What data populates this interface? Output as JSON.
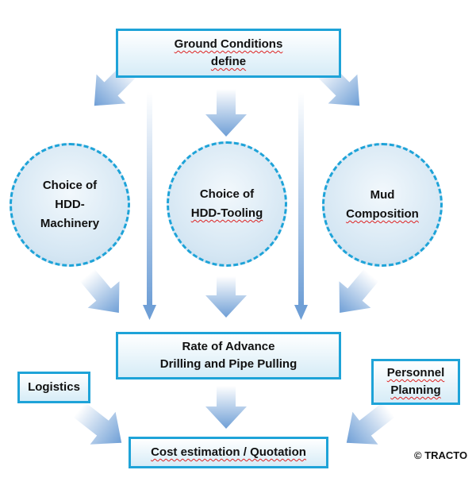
{
  "nodes": {
    "ground": {
      "line1": "Ground Conditions",
      "line2": "define"
    },
    "machinery": {
      "line1": "Choice of",
      "line2": "HDD-",
      "line3": "Machinery"
    },
    "tooling": {
      "line1": "Choice of",
      "line2": "HDD-Tooling"
    },
    "mud": {
      "line1": "Mud",
      "line2": "Composition"
    },
    "rate": {
      "line1": "Rate of Advance",
      "line2": "Drilling and Pipe Pulling"
    },
    "logistics": {
      "label": "Logistics"
    },
    "personnel": {
      "line1": "Personnel",
      "line2": "Planning"
    },
    "cost": {
      "label": "Cost estimation / Quotation"
    }
  },
  "copyright": "© TRACTO",
  "colors": {
    "border": "#1ea3d8",
    "arrow_light": "#ffffff",
    "arrow_dark": "#6f9fd6"
  }
}
